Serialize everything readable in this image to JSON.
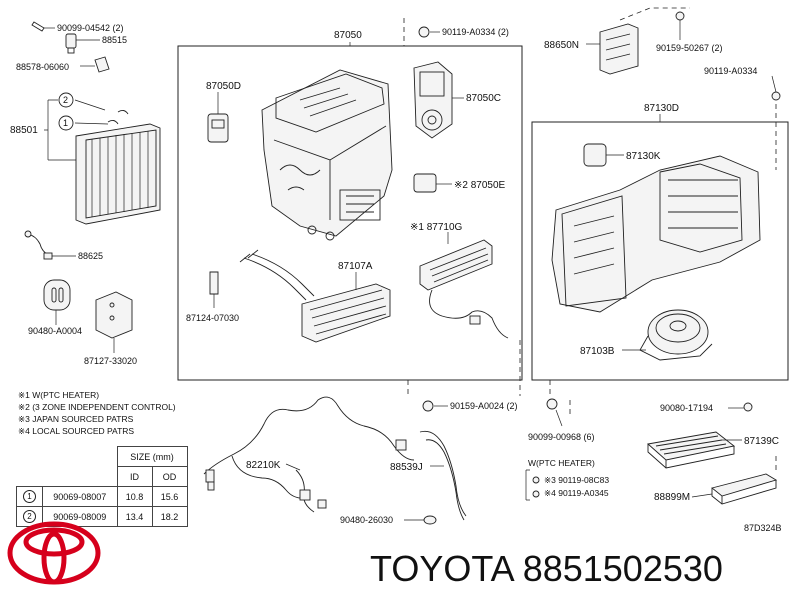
{
  "labels": {
    "p90099_04542": "90099-04542 (2)",
    "p88515": "88515",
    "p88578": "88578-06060",
    "p88501": "88501",
    "p88625": "88625",
    "p90480_a0004": "90480-A0004",
    "p87127": "87127-33020",
    "p87050": "87050",
    "p87050d": "87050D",
    "p87050c": "87050C",
    "p87050e": "※2 87050E",
    "p87710g": "※1 87710G",
    "p87107a": "87107A",
    "p87124": "87124-07030",
    "p90119_a0334_2": "90119-A0334 (2)",
    "p88650n": "88650N",
    "p90159_50267": "90159-50267 (2)",
    "p90119_a0334": "90119-A0334",
    "p87130d": "87130D",
    "p87130k": "87130K",
    "p87103b": "87103B",
    "p90159_a0024": "90159-A0024 (2)",
    "p90099_00968": "90099-00968 (6)",
    "p90080_17194": "90080-17194",
    "p87139c": "87139C",
    "p88899m": "88899M",
    "p82210k": "82210K",
    "p88539j": "88539J",
    "p90480_26030": "90480-26030",
    "ptc_title": "W(PTC HEATER)",
    "p90119_08c83": "※3 90119-08C83",
    "p90119_a0345": "※4 90119-A0345",
    "circle1": "1",
    "circle2": "2",
    "ref_code": "87D324B"
  },
  "notes": [
    "※1 W(PTC HEATER)",
    "※2 (3 ZONE INDEPENDENT CONTROL)",
    "※3 JAPAN SOURCED PATRS",
    "※4 LOCAL SOURCED PATRS"
  ],
  "size_table": {
    "header": "SIZE (mm)",
    "columns": [
      "ID",
      "OD"
    ],
    "rows": [
      {
        "marker": "1",
        "part": "90069-08007",
        "id": "10.8",
        "od": "15.6"
      },
      {
        "marker": "2",
        "part": "90069-08009",
        "id": "13.4",
        "od": "18.2"
      }
    ]
  },
  "brand": {
    "text": "TOYOTA 8851502530",
    "logo_icon": "toyota-logo-icon",
    "logo_color": "#d6001c"
  }
}
